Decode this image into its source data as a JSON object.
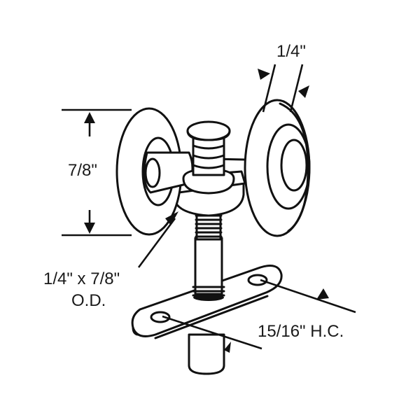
{
  "diagram": {
    "subject": "door roller assembly with two wheels, threaded stem and mounting plate",
    "line_color": "#111111",
    "background": "#ffffff",
    "labels": {
      "wheel_width": "1/4\"",
      "wheel_diameter": "7/8\"",
      "wheel_spec_line1": "1/4\" x 7/8\"",
      "wheel_spec_line2": "O.D.",
      "hole_centers": "15/16\" H.C."
    }
  }
}
